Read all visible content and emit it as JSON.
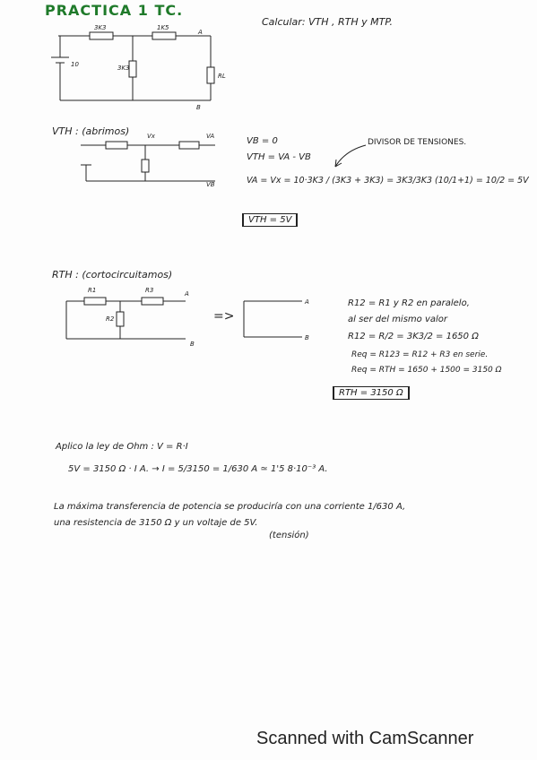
{
  "title": "PRACTICA 1 TC.",
  "header_task": "Calcular: VTH , RTH y MTP.",
  "circuit1": {
    "r1": "3K3",
    "r3": "1K5",
    "r2": "3K3",
    "rl": "RL",
    "source": "10",
    "node_a": "A",
    "node_b": "B"
  },
  "vth_section": {
    "heading": "VTH : (abrimos)",
    "label_vx": "Vx",
    "label_va": "VA",
    "label_vb": "VB",
    "eq1": "VB = 0",
    "eq2": "VTH = VA - VB",
    "note": "DIVISOR DE TENSIONES.",
    "eq3": "VA = Vx = 10·3K3 / (3K3 + 3K3) = 3K3/3K3 (10/1+1) = 10/2 = 5V",
    "result": "VTH = 5V"
  },
  "rth_section": {
    "heading": "RTH : (cortocircuitamos)",
    "label_r1": "R1",
    "label_r3": "R3",
    "label_r2": "R2",
    "node_a": "A",
    "node_b": "B",
    "arrow": "=>",
    "eq1": "R12 = R1 y R2 en paralelo,",
    "eq2": "al ser del mismo valor",
    "eq3": "R12 = R/2 = 3K3/2 = 1650 Ω",
    "eq4": "Req = R123 = R12 + R3 en serie.",
    "eq5": "Req = RTH = 1650 + 1500 = 3150 Ω",
    "result": "RTH = 3150 Ω"
  },
  "ohm_section": {
    "line1": "Aplico la ley de Ohm : V = R·I",
    "line2": "5V = 3150 Ω · I A. → I = 5/3150 = 1/630 A ≃ 1'5 8·10⁻³ A.",
    "line3": "La máxima transferencia de potencia se produciría con una corriente 1/630 A,",
    "line4": "una resistencia de 3150 Ω y un voltaje de 5V.",
    "line5": "(tensión)"
  },
  "footer": "Scanned with CamScanner"
}
